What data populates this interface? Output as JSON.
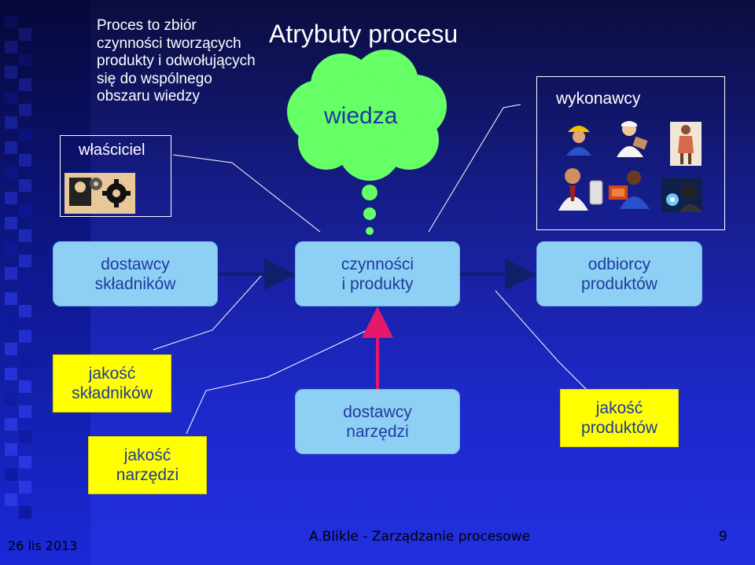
{
  "title": "Atrybuty procesu",
  "definition": "Proces to zbiór\nczynności tworzących\nprodukty i odwołujących\nsię do wspólnego\nobszaru wiedzy",
  "owner_label": "właściciel",
  "knowledge_label": "wiedza",
  "performers_label": "wykonawcy",
  "nodes": {
    "suppliers_components": "dostawcy\nskładników",
    "activities_products": "czynności\ni produkty",
    "recipients_products": "odbiorcy\nproduktów",
    "suppliers_tools": "dostawcy\nnarzędzi"
  },
  "quality": {
    "components": "jakość\nskładników",
    "tools": "jakość\nnarzędzi",
    "products": "jakość\nproduktów"
  },
  "footer": {
    "date": "26 lis 2013",
    "author": "A.Blikle - Zarządzanie procesowe",
    "page": "9"
  },
  "colors": {
    "background": "#1d28c8",
    "box_blue": "#8ed0f4",
    "box_yellow": "#ffff00",
    "cloud": "#66ff66",
    "arrow_dark": "#0f1f6a",
    "arrow_pink": "#e6186a"
  },
  "icons": [
    "gears-icon",
    "worker-icon",
    "engineer-icon",
    "businesswoman-icon",
    "office-worker-icon",
    "mechanic-icon",
    "welder-icon"
  ]
}
